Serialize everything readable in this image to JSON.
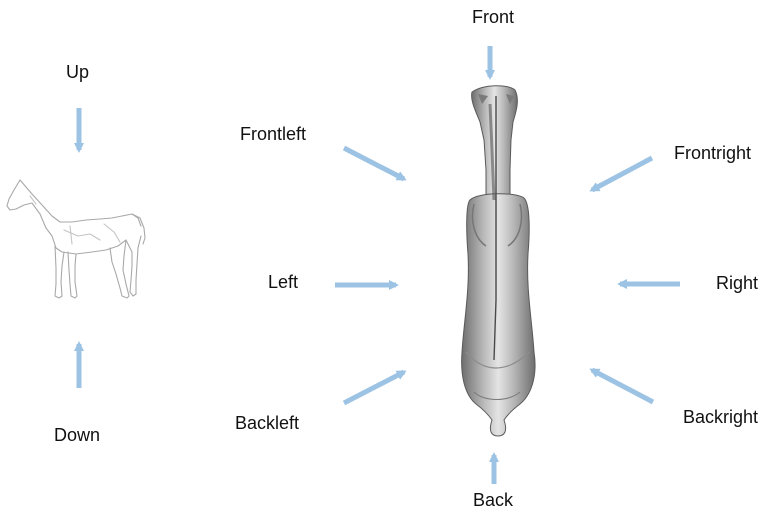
{
  "labels": {
    "up": "Up",
    "down": "Down",
    "front": "Front",
    "back": "Back",
    "left": "Left",
    "right": "Right",
    "frontleft": "Frontleft",
    "frontright": "Frontright",
    "backleft": "Backleft",
    "backright": "Backright"
  },
  "colors": {
    "arrow": "#9cc3e4",
    "text": "#111111",
    "horse_top": "#8a8a8a",
    "horse_sketch": "#b8b8b8"
  },
  "icons": {
    "side_view": "horse-side-sketch",
    "top_view": "horse-top-view"
  }
}
